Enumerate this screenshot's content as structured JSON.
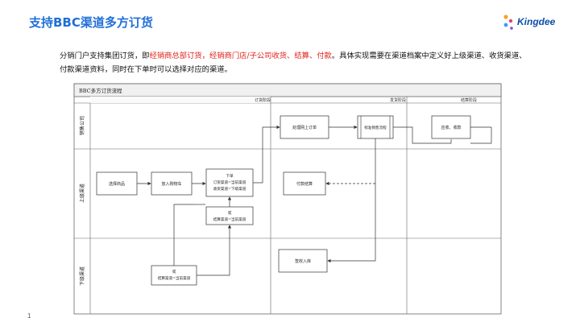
{
  "slide": {
    "title": "支持BBC渠道多方订货",
    "page_number": "1",
    "logo_text": "Kingdee",
    "description": [
      {
        "text": "分销门户支持集团订货，即",
        "highlight": false
      },
      {
        "text": "经销商总部订货，经销商门店/子公司收货、结算、付款",
        "highlight": true
      },
      {
        "text": "。具体实现需要在渠道档案中定义好上级渠道、收货渠道、付款渠道资料，同时在下单时可以选择对应的渠道。",
        "highlight": false
      }
    ]
  },
  "diagram": {
    "title": "BBC多方订货流程",
    "phases": [
      "订货阶段",
      "发货阶段",
      "结算阶段"
    ],
    "lanes": [
      "销售公司",
      "上级渠道",
      "下级渠道"
    ],
    "nodes": {
      "select_goods": "选择商品",
      "add_cart": "放入购物车",
      "order_line1": "下单",
      "order_line2": "订货渠道=当前渠道",
      "order_line3": "收货渠道=下级渠道",
      "or_upper_line1": "或",
      "or_upper_line2": "结算渠道=当前渠道",
      "or_lower_line1": "或",
      "or_lower_line2": "结算渠道=当前渠道",
      "process_order": "处理网上订单",
      "standard_flow": "标准销售流程",
      "payment_collect": "应收、收款",
      "pay_settle": "付款结算",
      "sign_receive": "签收入库"
    }
  },
  "colors": {
    "title": "#1f6fd6",
    "highlight": "#e0221b",
    "logo_blue": "#0b4fa8",
    "logo_dots": [
      "#f5a623",
      "#e53f7a",
      "#3aa0e8",
      "#7c4dd8"
    ]
  }
}
